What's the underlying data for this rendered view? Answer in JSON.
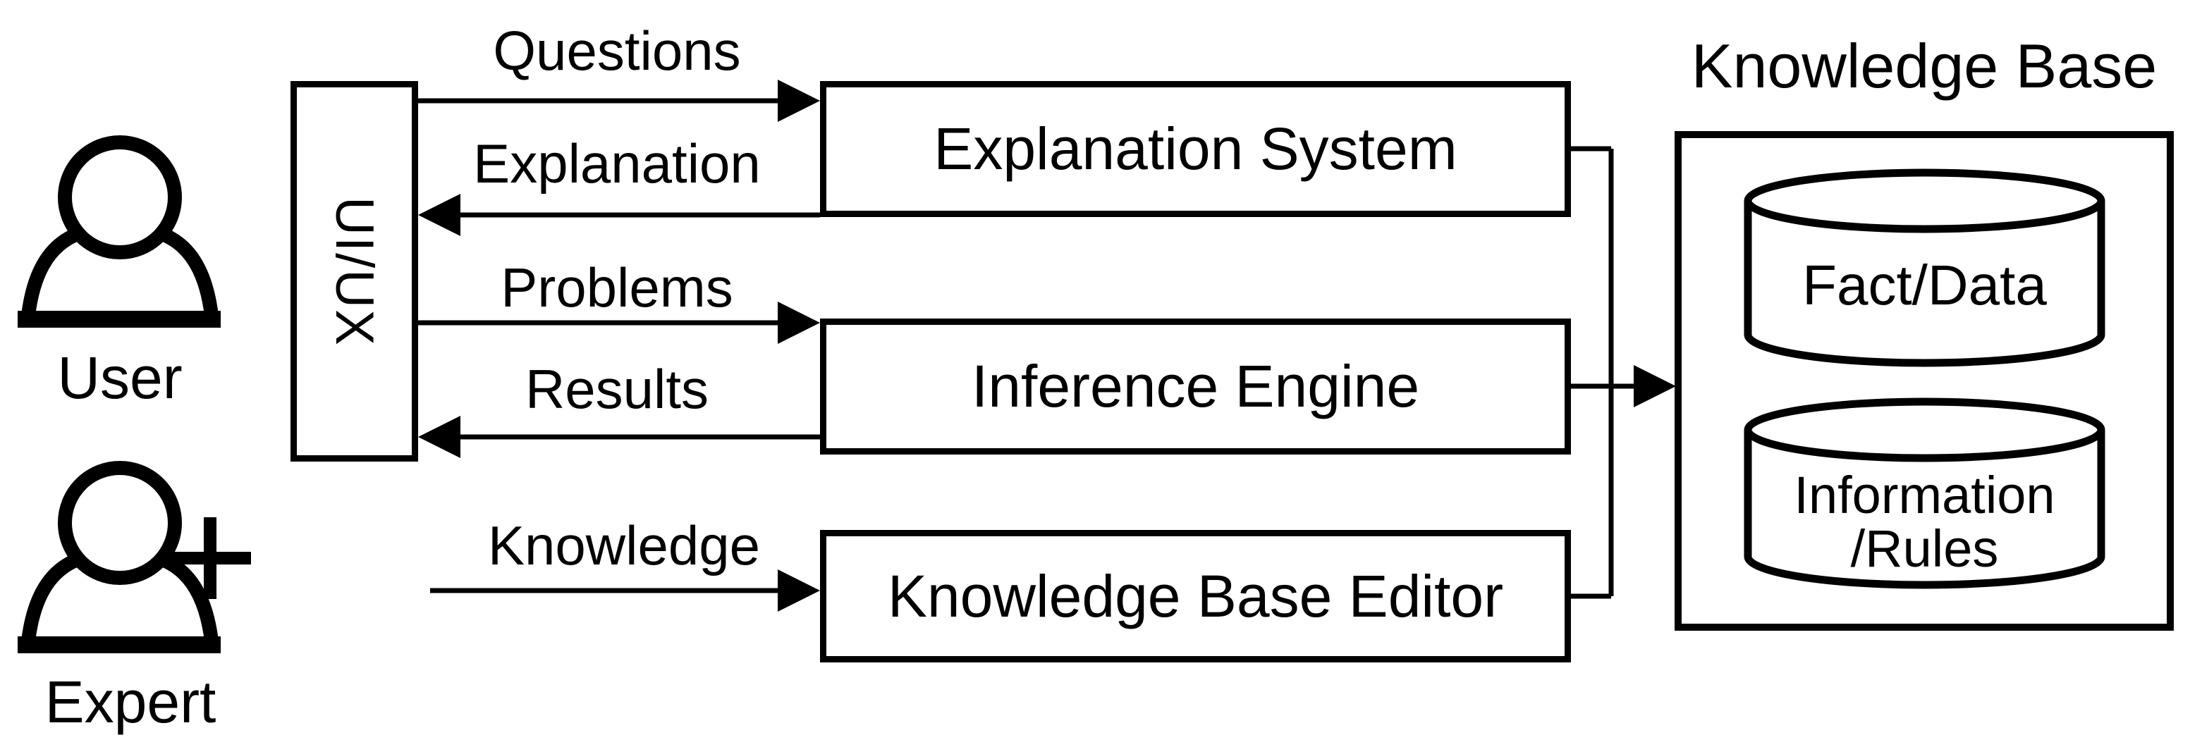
{
  "diagram": {
    "colors": {
      "line": "#000000",
      "background": "#ffffff"
    },
    "actors": [
      {
        "label": "User",
        "icon": "person-icon"
      },
      {
        "label": "Expert",
        "icon": "person-plus-icon"
      }
    ],
    "interface": {
      "label": "UI/UX"
    },
    "components": [
      {
        "label": "Explanation System"
      },
      {
        "label": "Inference Engine"
      },
      {
        "label": "Knowledge Base Editor"
      }
    ],
    "flows": [
      {
        "label": "Questions",
        "from": "UI/UX",
        "to": "Explanation System",
        "direction": "right"
      },
      {
        "label": "Explanation",
        "from": "Explanation System",
        "to": "UI/UX",
        "direction": "left"
      },
      {
        "label": "Problems",
        "from": "UI/UX",
        "to": "Inference Engine",
        "direction": "right"
      },
      {
        "label": "Results",
        "from": "Inference Engine",
        "to": "UI/UX",
        "direction": "left"
      },
      {
        "label": "Knowledge",
        "from": "Expert",
        "to": "Knowledge Base Editor",
        "direction": "right"
      }
    ],
    "knowledge_base": {
      "title": "Knowledge Base",
      "stores": [
        {
          "lines": [
            "Fact/Data"
          ]
        },
        {
          "lines": [
            "Information",
            "/Rules"
          ]
        }
      ]
    }
  }
}
